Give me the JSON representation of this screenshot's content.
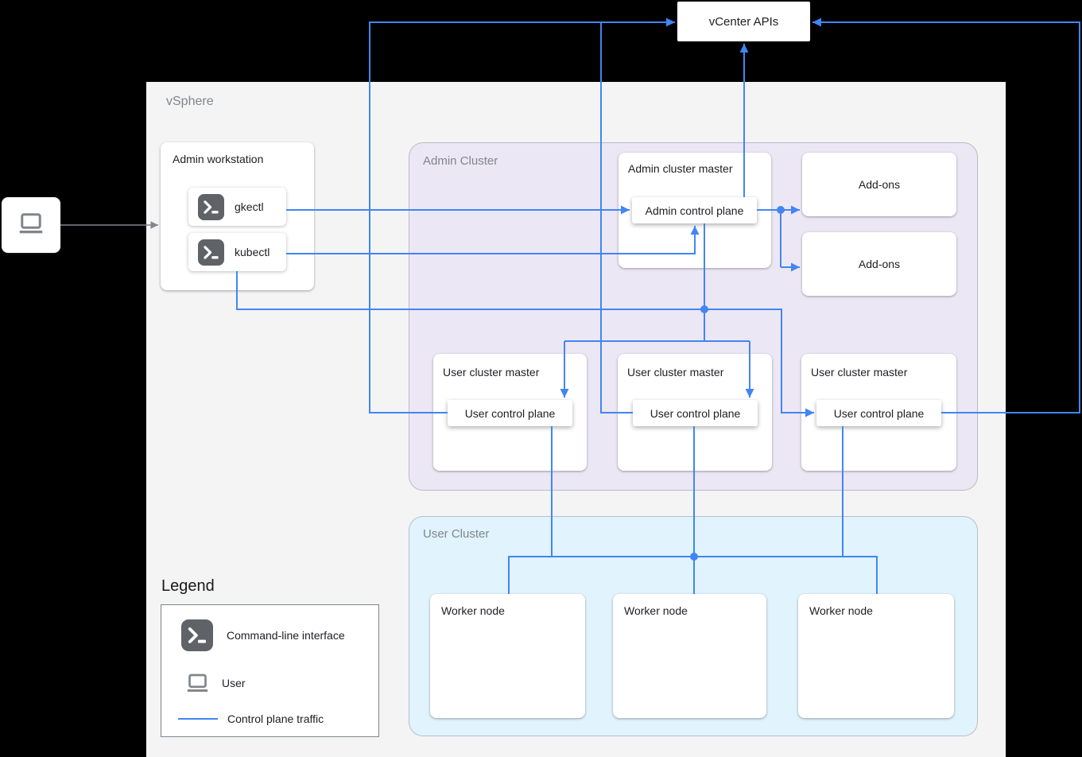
{
  "vcenter": {
    "label": "vCenter APIs"
  },
  "vsphere": {
    "label": "vSphere"
  },
  "admin_workstation": {
    "title": "Admin workstation",
    "tools": [
      {
        "label": "gkectl"
      },
      {
        "label": "kubectl"
      }
    ]
  },
  "admin_cluster": {
    "label": "Admin Cluster",
    "admin_master": {
      "title": "Admin cluster master",
      "control_plane": "Admin control plane"
    },
    "addons": [
      {
        "label": "Add-ons"
      },
      {
        "label": "Add-ons"
      }
    ],
    "user_masters": [
      {
        "title": "User cluster master",
        "control_plane": "User control plane"
      },
      {
        "title": "User cluster master",
        "control_plane": "User control plane"
      },
      {
        "title": "User cluster master",
        "control_plane": "User control plane"
      }
    ]
  },
  "user_cluster": {
    "label": "User Cluster",
    "worker_nodes": [
      {
        "label": "Worker node"
      },
      {
        "label": "Worker node"
      },
      {
        "label": "Worker node"
      }
    ]
  },
  "legend": {
    "title": "Legend",
    "items": [
      {
        "icon": "terminal-icon",
        "label": "Command-line interface"
      },
      {
        "icon": "laptop-icon",
        "label": "User"
      },
      {
        "icon": "control-plane-line",
        "label": "Control plane traffic"
      }
    ]
  },
  "colors": {
    "accent": "#4285f4",
    "surface": "#f4f4f5",
    "card": "#ffffff",
    "text": "#202124",
    "muted": "#80868b",
    "icon-dark": "#5f6368",
    "admin-bg": "#ece7f5",
    "user-bg": "#e1f3fd",
    "black": "#000000"
  }
}
